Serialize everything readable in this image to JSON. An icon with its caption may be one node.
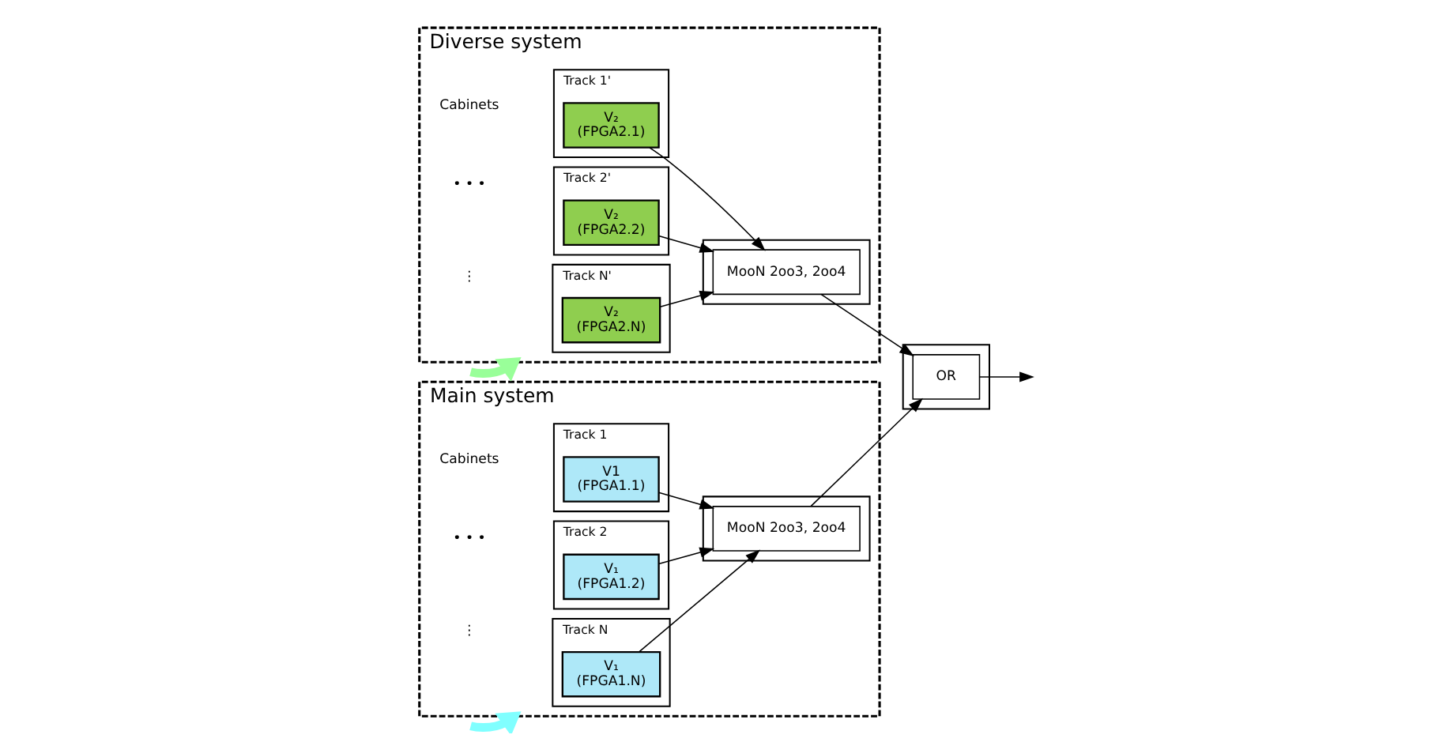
{
  "diagram": {
    "nodes": [
      {
        "text": [
          "Main system"
        ]
      },
      {
        "text": [
          "Track 1"
        ],
        "in": 0
      },
      {
        "text": [
          "V1",
          "(FPGA1.1)"
        ],
        "in": 1
      },
      {
        "text": [
          "Track 2"
        ],
        "in": 0
      },
      {
        "text": [
          "V₁",
          "(FPGA1.2)"
        ],
        "in": 3
      },
      {
        "text": [
          "Track N"
        ],
        "in": 0
      },
      {
        "text": [
          "V₁",
          "(FPGA1.N)"
        ],
        "in": 5
      },
      {
        "text": [],
        "shape": "box",
        "in": 0
      },
      {
        "text": [
          "MooN 2oo3, 2oo4"
        ],
        "in": 7
      },
      {
        "text": [
          "Diverse system"
        ]
      },
      {
        "text": [
          "Track 1'"
        ],
        "in": 9
      },
      {
        "text": [
          "V₂",
          "(FPGA2.1)"
        ],
        "in": 10
      },
      {
        "text": [
          "Track 2'"
        ],
        "in": 9
      },
      {
        "text": [
          "V₂",
          "(FPGA2.2)"
        ],
        "in": 12
      },
      {
        "text": [
          "Track N'"
        ],
        "in": 9
      },
      {
        "text": [
          "V₂",
          "(FPGA2.N)"
        ],
        "in": 14
      },
      {
        "text": [],
        "shape": "box",
        "in": 9
      },
      {
        "text": [
          "MooN 2oo3, 2oo4"
        ],
        "in": 16
      },
      {
        "text": [],
        "shape": "box"
      },
      {
        "text": [
          "OR"
        ],
        "in": 18
      }
    ],
    "edges": [
      {
        "from": null,
        "to": 0,
        "arrow": "to",
        "style": "thick",
        "color": "#80ffff"
      },
      {
        "from": null,
        "to": 9,
        "arrow": "to",
        "style": "thick",
        "color": "#99ff99"
      },
      {
        "from": 2,
        "to": 8,
        "arrow": "to"
      },
      {
        "from": 4,
        "to": 8,
        "arrow": "to"
      },
      {
        "from": 6,
        "to": 8,
        "arrow": "to"
      },
      {
        "from": 11,
        "to": 17,
        "arrow": "to"
      },
      {
        "from": 13,
        "to": 17,
        "arrow": "to"
      },
      {
        "from": 15,
        "to": 17,
        "arrow": "to"
      },
      {
        "from": 8,
        "to": 19,
        "arrow": "to"
      },
      {
        "from": 17,
        "to": 19,
        "arrow": "to"
      },
      {
        "from": 19,
        "to": null,
        "arrow": "to"
      }
    ],
    "labels": [
      "Cabinets",
      "• • •",
      "⋮",
      "Cabinets",
      "• • •",
      "⋮"
    ]
  }
}
